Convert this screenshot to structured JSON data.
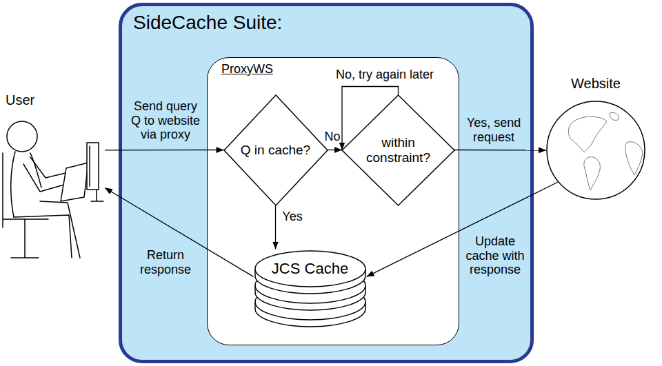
{
  "diagram": {
    "nodes": [
      {
        "text": [
          "User"
        ]
      },
      {
        "text": [
          "SideCache Suite:"
        ]
      },
      {
        "text": [
          "ProxyWS"
        ],
        "in": 1
      },
      {
        "text": [
          "Q in cache?"
        ],
        "in": 2
      },
      {
        "text": [
          "within constraint?"
        ],
        "in": 2
      },
      {
        "text": [
          "JCS Cache"
        ],
        "in": 2
      },
      {
        "text": [
          "Website"
        ]
      }
    ],
    "edges": [
      {
        "from": 0,
        "to": 3,
        "label": "Send query Q to website via proxy",
        "arrow": "to"
      },
      {
        "from": 3,
        "to": 4,
        "label": "No",
        "arrow": "to"
      },
      {
        "from": 4,
        "to": 4,
        "label": "No, try again later",
        "arrow": "to"
      },
      {
        "from": 4,
        "to": 6,
        "label": "Yes, send request",
        "arrow": "to"
      },
      {
        "from": 3,
        "to": 5,
        "label": "Yes",
        "arrow": "to"
      },
      {
        "from": 6,
        "to": 5,
        "label": "Update cache with response",
        "arrow": "to"
      },
      {
        "from": 5,
        "to": 0,
        "label": "Return response",
        "arrow": "to"
      }
    ]
  }
}
